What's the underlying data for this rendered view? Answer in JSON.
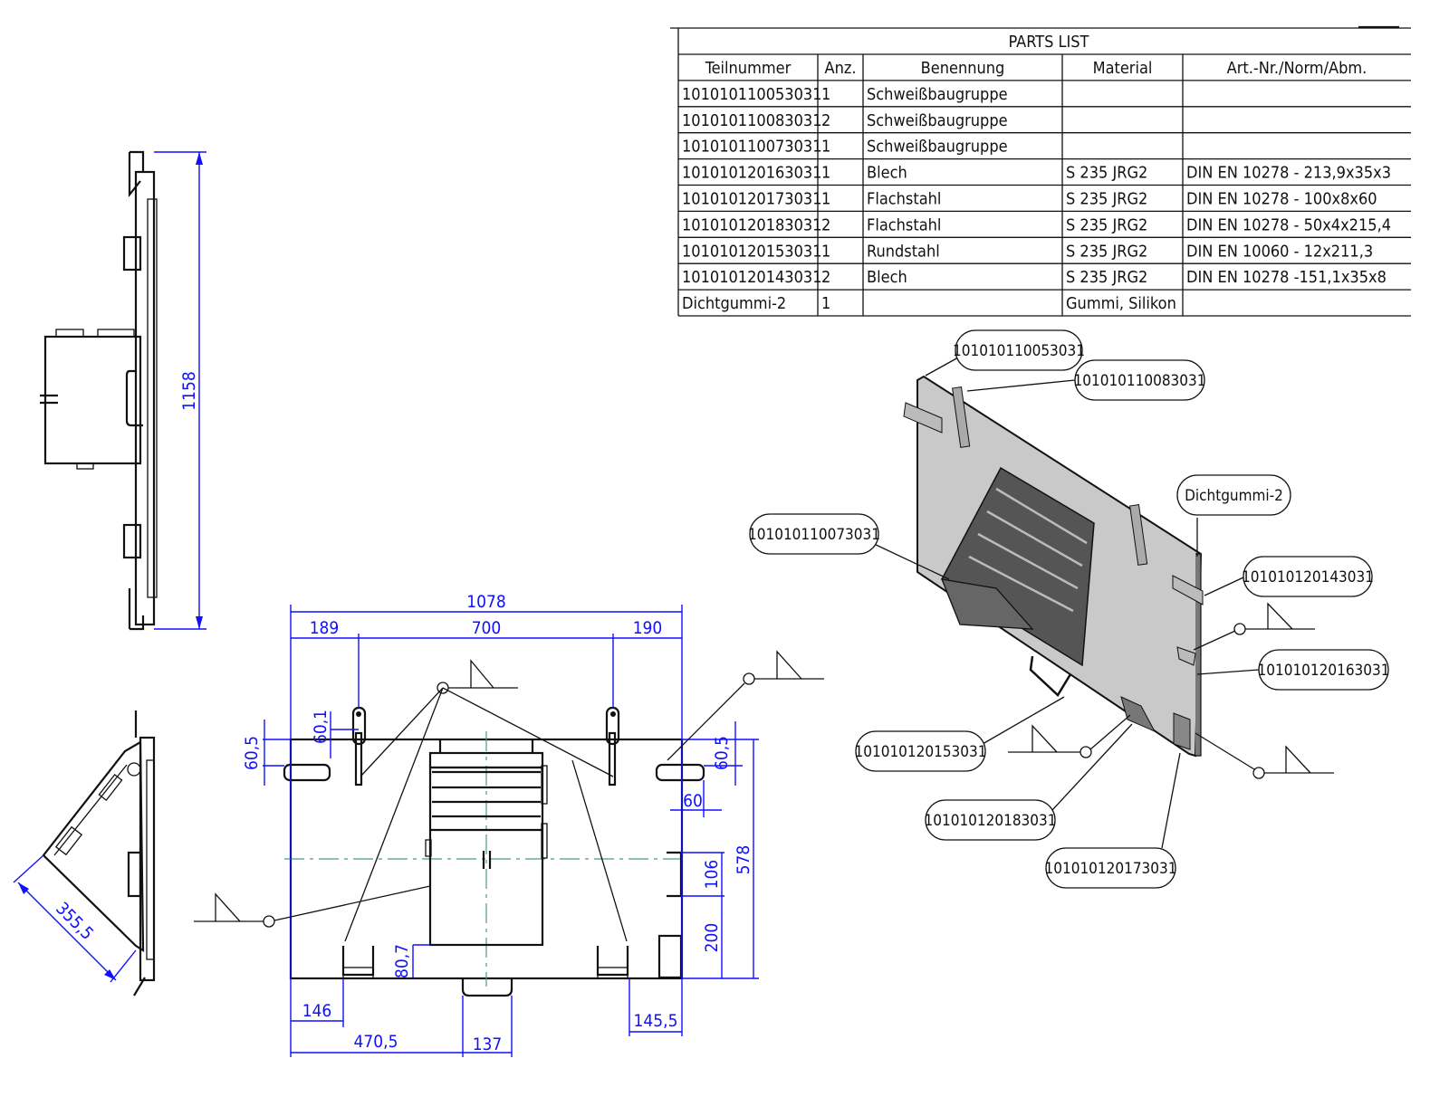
{
  "parts_list": {
    "title": "PARTS LIST",
    "headers": [
      "Teilnummer",
      "Anz.",
      "Benennung",
      "Material",
      "Art.-Nr./Norm/Abm."
    ],
    "rows": [
      [
        "101010110053031",
        "1",
        "Schweißbaugruppe",
        "",
        ""
      ],
      [
        "101010110083031",
        "2",
        "Schweißbaugruppe",
        "",
        ""
      ],
      [
        "101010110073031",
        "1",
        "Schweißbaugruppe",
        "",
        ""
      ],
      [
        "101010120163031",
        "1",
        "Blech",
        "S 235 JRG2",
        "DIN EN 10278 - 213,9x35x3"
      ],
      [
        "101010120173031",
        "1",
        "Flachstahl",
        "S 235 JRG2",
        "DIN EN 10278 - 100x8x60"
      ],
      [
        "101010120183031",
        "2",
        "Flachstahl",
        "S 235 JRG2",
        "DIN EN 10278 - 50x4x215,4"
      ],
      [
        "101010120153031",
        "1",
        "Rundstahl",
        "S 235 JRG2",
        "DIN EN 10060 - 12x211,3"
      ],
      [
        "101010120143031",
        "2",
        "Blech",
        "S 235 JRG2",
        "DIN EN 10278 -151,1x35x8"
      ],
      [
        "Dichtgummi-2",
        "1",
        "",
        "Gummi, Silikon",
        ""
      ]
    ]
  },
  "dimensions": {
    "side_height": "1158",
    "angled_length": "355,5",
    "overall_width": "1078",
    "left_offset": "189",
    "hinge_spacing": "700",
    "right_offset": "190",
    "left_edge_60_5": "60,5",
    "hinge_60_1": "60,1",
    "right_edge_60_5": "60,5",
    "right_60": "60",
    "height_578": "578",
    "handle_106": "106",
    "bottom_200": "200",
    "box_80_7": "80,7",
    "left_146": "146",
    "right_145_5": "145,5",
    "center_470_5": "470,5",
    "handle_137": "137"
  },
  "callouts": [
    "101010110053031",
    "101010110083031",
    "Dichtgummi-2",
    "101010110073031",
    "101010120143031",
    "101010120163031",
    "101010120153031",
    "101010120183031",
    "101010120173031"
  ],
  "colors": {
    "dimension": "#1010ff",
    "centerline": "#4a9a90",
    "outline": "#111111",
    "plate_fill": "#c9c9c9"
  }
}
